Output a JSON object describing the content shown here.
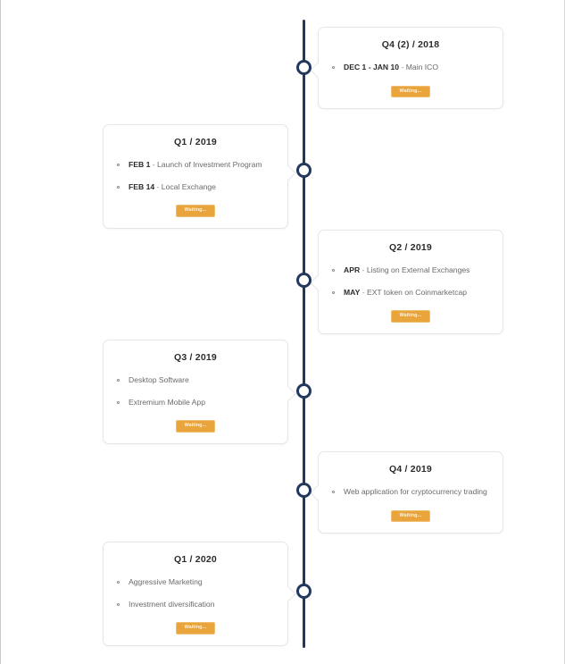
{
  "timeline": {
    "accent_spine_color": "#24385e",
    "marker_color": "#24385e",
    "badge_color": "#e9a43c",
    "milestones": [
      {
        "id": "q4-2-2018",
        "title": "Q4 (2) / 2018",
        "side": "right",
        "status_label": "Waiting...",
        "items": [
          {
            "date": "DEC 1 - JAN 10",
            "separator": "-",
            "text": "Main ICO"
          }
        ]
      },
      {
        "id": "q1-2019",
        "title": "Q1 / 2019",
        "side": "left",
        "status_label": "Waiting...",
        "items": [
          {
            "date": "FEB 1",
            "separator": "-",
            "text": "Launch of Investment Program"
          },
          {
            "date": "FEB 14",
            "separator": "-",
            "text": "Local Exchange"
          }
        ]
      },
      {
        "id": "q2-2019",
        "title": "Q2 / 2019",
        "side": "right",
        "status_label": "Waiting...",
        "items": [
          {
            "date": "APR",
            "separator": "-",
            "text": "Listing on External Exchanges"
          },
          {
            "date": "MAY",
            "separator": "-",
            "text": "EXT token on Coinmarketcap"
          }
        ]
      },
      {
        "id": "q3-2019",
        "title": "Q3 / 2019",
        "side": "left",
        "status_label": "Waiting...",
        "items": [
          {
            "date": "",
            "separator": "",
            "text": "Desktop Software"
          },
          {
            "date": "",
            "separator": "",
            "text": "Extremium Mobile App"
          }
        ]
      },
      {
        "id": "q4-2019",
        "title": "Q4 / 2019",
        "side": "right",
        "status_label": "Waiting...",
        "items": [
          {
            "date": "",
            "separator": "",
            "text": "Web application for cryptocurrency trading"
          }
        ]
      },
      {
        "id": "q1-2020",
        "title": "Q1 / 2020",
        "side": "left",
        "status_label": "Waiting...",
        "items": [
          {
            "date": "",
            "separator": "",
            "text": "Aggressive Marketing"
          },
          {
            "date": "",
            "separator": "",
            "text": "Investment diversification"
          }
        ]
      }
    ]
  }
}
